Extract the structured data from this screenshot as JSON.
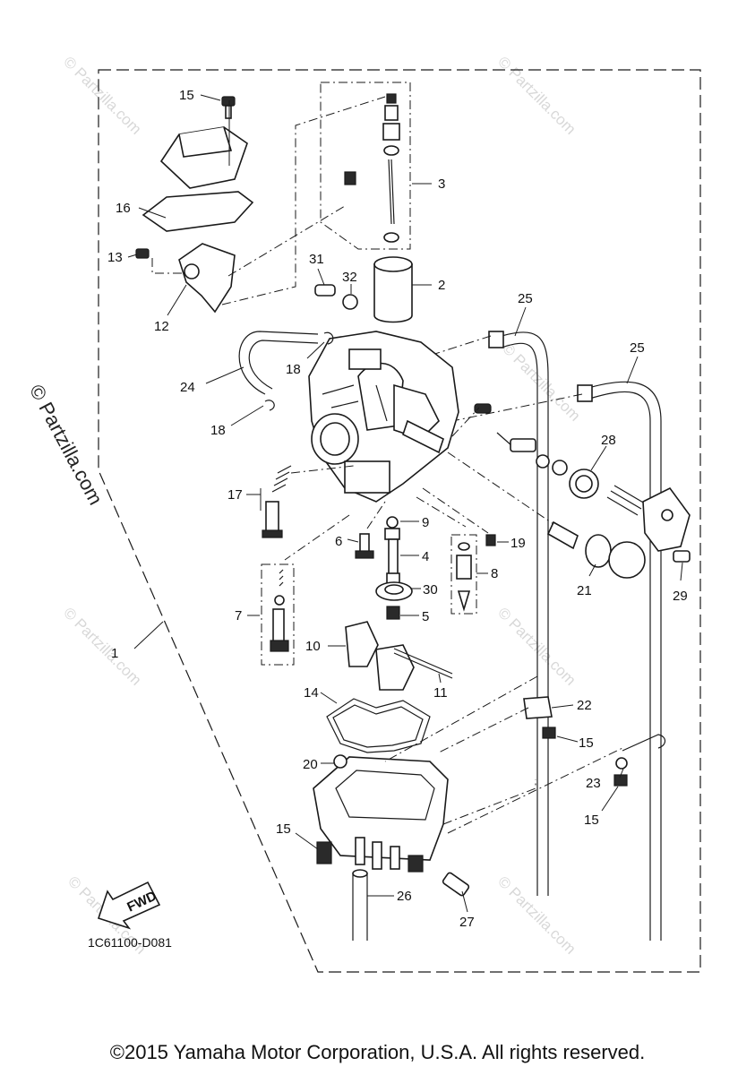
{
  "diagram": {
    "code": "1C61100-D081",
    "fwd_label": "FWD",
    "copyright": "©2015 Yamaha Motor Corporation, U.S.A. All rights reserved.",
    "side_watermark": "© Partzilla.com",
    "watermark_text": "© Partzilla.com",
    "callouts": [
      "15",
      "16",
      "13",
      "12",
      "3",
      "2",
      "31",
      "32",
      "24",
      "18",
      "18",
      "25",
      "25",
      "28",
      "17",
      "9",
      "19",
      "6",
      "4",
      "8",
      "30",
      "5",
      "21",
      "29",
      "7",
      "10",
      "11",
      "1",
      "14",
      "22",
      "15",
      "20",
      "23",
      "15",
      "15",
      "26",
      "27"
    ]
  }
}
